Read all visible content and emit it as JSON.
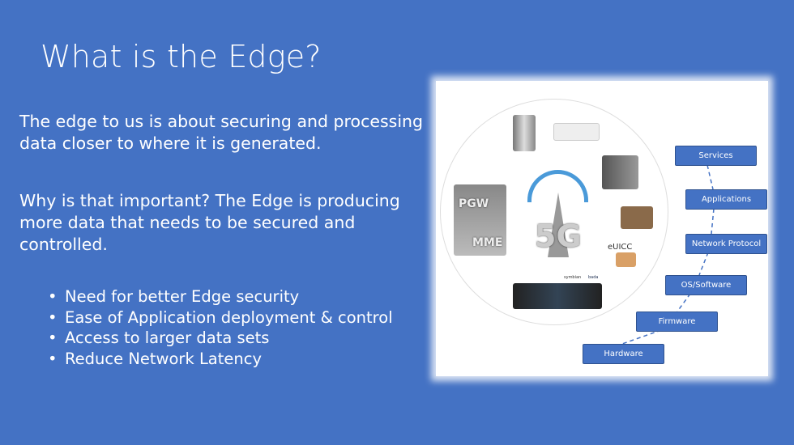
{
  "title": "What is the Edge?",
  "paragraphs": [
    "The edge to us is about securing and processing data closer to where it is generated.",
    "Why is that important? The Edge is producing more data that needs to be secured and controlled."
  ],
  "bullets": [
    "Need for better Edge security",
    "Ease of Application deployment & control",
    "Access to larger data sets",
    "Reduce Network Latency"
  ],
  "diagram": {
    "layers": [
      "Services",
      "Applications",
      "Network Protocol",
      "OS/Software",
      "Firmware",
      "Hardware"
    ],
    "image_labels": {
      "pgw": "PGW",
      "mme": "MME",
      "fiveg": "5G",
      "euicc": "eUICC",
      "symbian": "symbian",
      "bada": "bada"
    }
  },
  "colors": {
    "background": "#4472C4",
    "box": "#4472C4"
  }
}
